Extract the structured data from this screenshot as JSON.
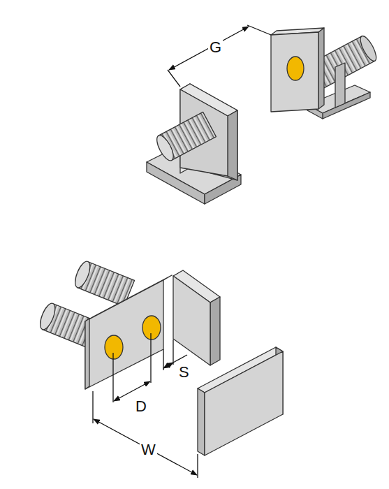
{
  "diagram": {
    "labels": [
      "G",
      "D",
      "S",
      "W"
    ]
  }
}
